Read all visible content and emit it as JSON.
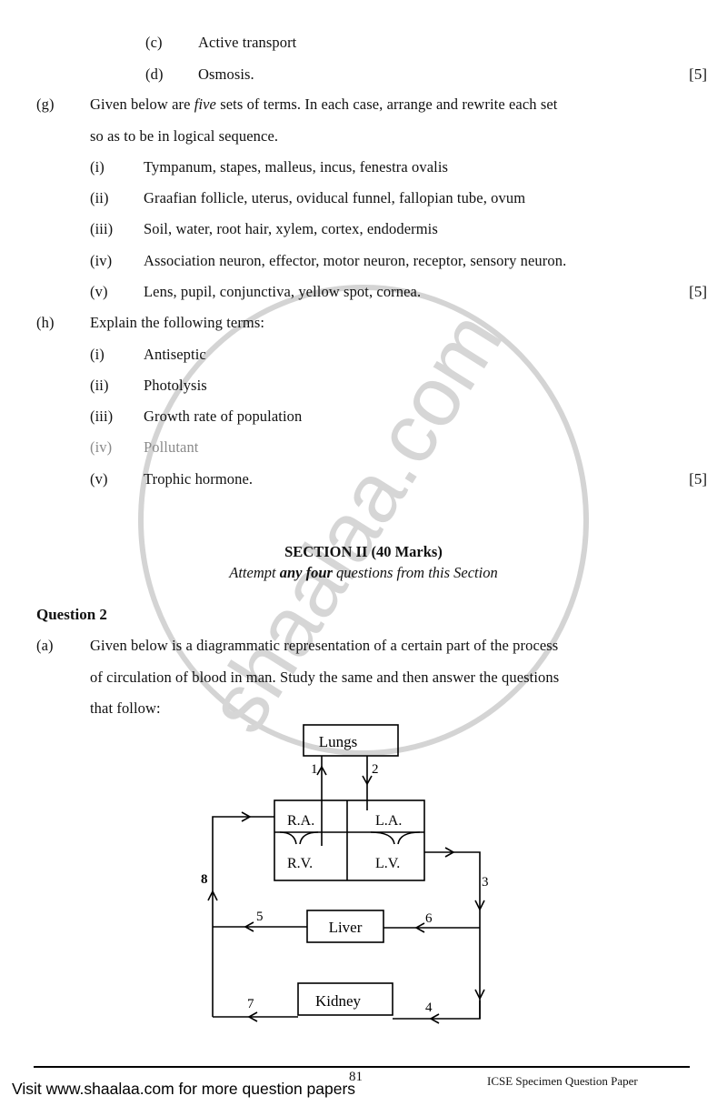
{
  "part_f_tail": {
    "items": [
      {
        "label": "(c)",
        "text": "Active transport"
      },
      {
        "label": "(d)",
        "text": "Osmosis."
      }
    ],
    "marks": "[5]"
  },
  "part_g": {
    "label": "(g)",
    "intro_line1_pre": "Given below are ",
    "intro_emph": "five",
    "intro_line1_post": " sets of terms.  In each case, arrange and rewrite each set",
    "intro_line2": "so as to be in logical sequence.",
    "items": [
      {
        "label": "(i)",
        "text": "Tympanum, stapes, malleus, incus, fenestra ovalis"
      },
      {
        "label": "(ii)",
        "text": "Graafian follicle, uterus, oviducal funnel, fallopian tube, ovum"
      },
      {
        "label": "(iii)",
        "text": "Soil, water, root hair, xylem, cortex, endodermis"
      },
      {
        "label": "(iv)",
        "text": "Association neuron, effector, motor neuron, receptor, sensory neuron."
      },
      {
        "label": "(v)",
        "text": "Lens, pupil, conjunctiva, yellow spot, cornea."
      }
    ],
    "marks": "[5]"
  },
  "part_h": {
    "label": "(h)",
    "intro": "Explain the following terms:",
    "items": [
      {
        "label": "(i)",
        "text": "Antiseptic"
      },
      {
        "label": "(ii)",
        "text": "Photolysis"
      },
      {
        "label": "(iii)",
        "text": "Growth rate of population"
      },
      {
        "label": "(iv)",
        "text": "Pollutant"
      },
      {
        "label": "(v)",
        "text": "Trophic hormone."
      }
    ],
    "marks": "[5]"
  },
  "section": {
    "title": "SECTION II (40 Marks)",
    "subtitle_pre": "Attempt ",
    "subtitle_emph": "any four",
    "subtitle_post": " questions from this Section"
  },
  "question2": {
    "title": "Question 2",
    "part_a": {
      "label": "(a)",
      "line1": "Given below is a diagrammatic representation of a certain part of the process",
      "line2": "of circulation of blood in man.  Study the same and then answer the questions",
      "line3": "that follow:"
    }
  },
  "diagram": {
    "boxes": {
      "lungs": "Lungs",
      "ra": "R.A.",
      "la": "L.A.",
      "rv": "R.V.",
      "lv": "L.V.",
      "liver": "Liver",
      "kidney": "Kidney"
    },
    "numbers": [
      "1",
      "2",
      "3",
      "4",
      "5",
      "6",
      "7",
      "8"
    ]
  },
  "watermark": {
    "text": "shaalaa.com",
    "color": "#cfcfcf"
  },
  "footer": {
    "page_number": "81",
    "paper_title": "ICSE Specimen Question Paper",
    "visit_text": "Visit www.shaalaa.com for more question papers"
  }
}
